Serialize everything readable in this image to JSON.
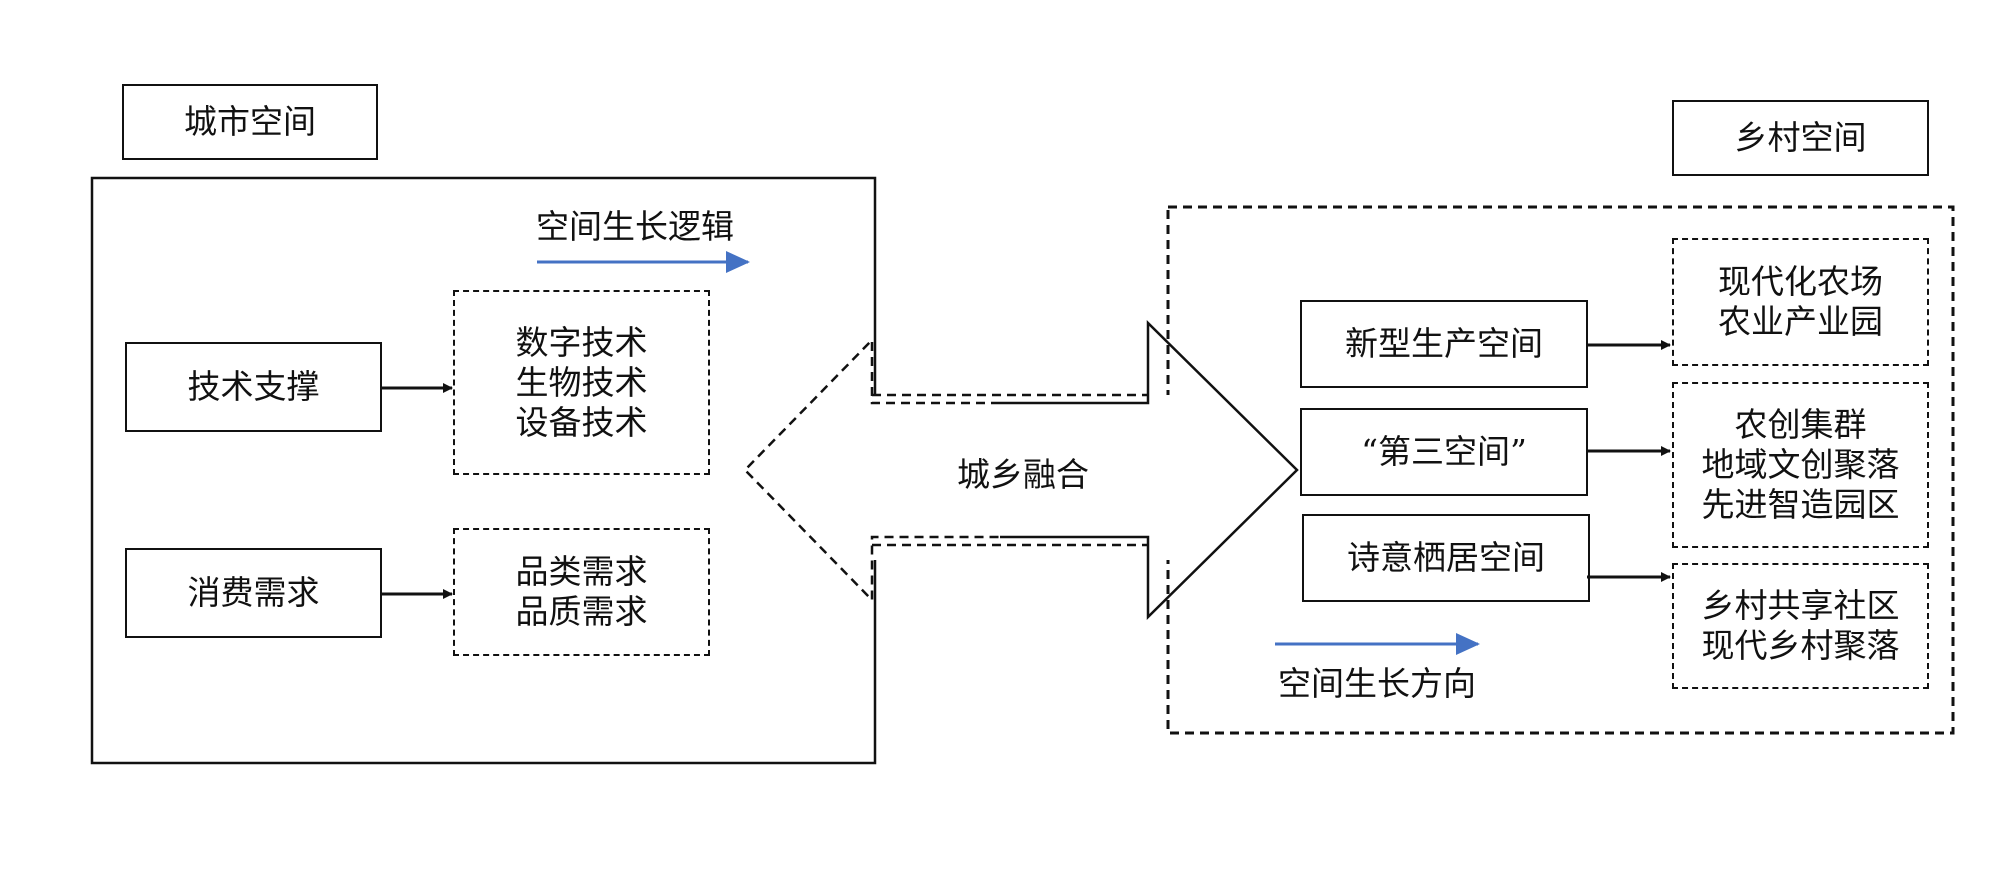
{
  "urban": {
    "title": "城市空间",
    "logic_label": "空间生长逻辑",
    "tech_support": "技术支撑",
    "tech_items": [
      "数字技术",
      "生物技术",
      "设备技术"
    ],
    "consumer_demand": "消费需求",
    "demand_items": [
      "品类需求",
      "品质需求"
    ]
  },
  "center": {
    "label": "城乡融合"
  },
  "rural": {
    "title": "乡村空间",
    "direction_label": "空间生长方向",
    "spaces": [
      {
        "label": "新型生产空间",
        "items": [
          "现代化农场",
          "农业产业园"
        ]
      },
      {
        "label": "“第三空间”",
        "items": [
          "农创集群",
          "地域文创聚落",
          "先进智造园区"
        ]
      },
      {
        "label": "诗意栖居空间",
        "items": [
          "乡村共享社区",
          "现代乡村聚落"
        ]
      }
    ]
  },
  "colors": {
    "accent_arrow": "#4472C4",
    "line": "#111111"
  }
}
